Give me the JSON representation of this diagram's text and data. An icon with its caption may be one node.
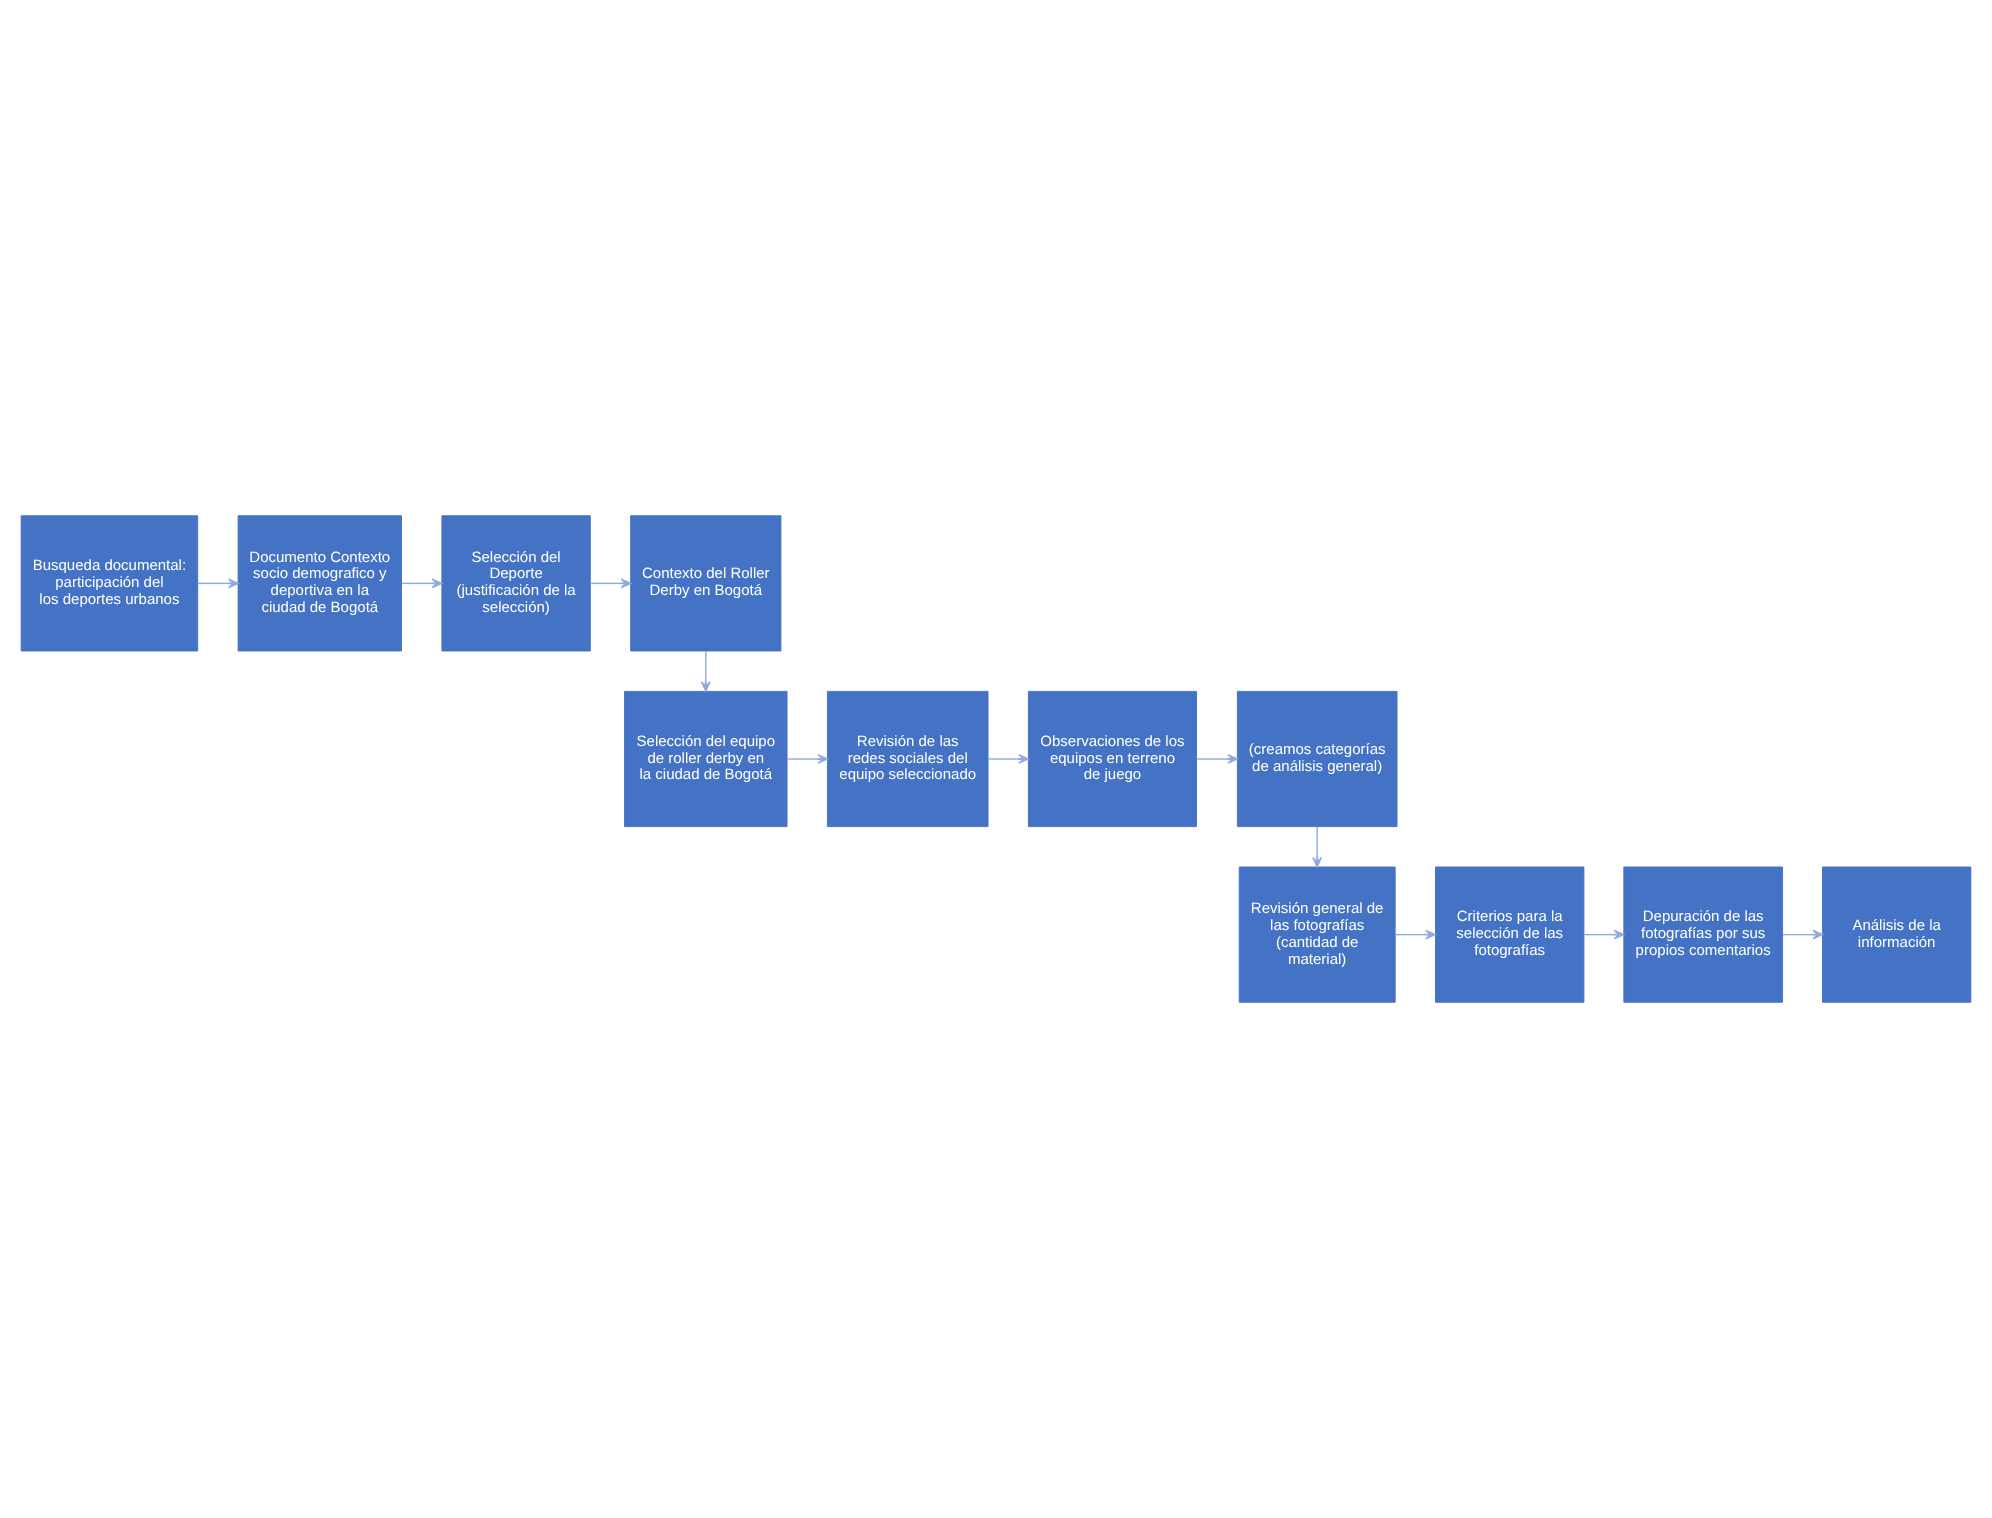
{
  "diagram": {
    "nodes": [
      {
        "text": [
          "Busqueda documental: participación del los deportes urbanos"
        ]
      },
      {
        "text": [
          "Documento Contexto socio demografico y deportiva en la ciudad de Bogotá"
        ]
      },
      {
        "text": [
          "Selección del Deporte (justificación de la selección)"
        ]
      },
      {
        "text": [
          "Contexto del Roller Derby en Bogotá"
        ]
      },
      {
        "text": [
          "Selección del equipo de roller derby en la ciudad de Bogotá"
        ]
      },
      {
        "text": [
          "Revisión de las redes sociales del equipo seleccionado"
        ]
      },
      {
        "text": [
          "Observaciones de los equipos en terreno de juego"
        ]
      },
      {
        "text": [
          "(creamos categorías de análisis general)"
        ]
      },
      {
        "text": [
          "Revisión general de las fotografías (cantidad de material)"
        ]
      },
      {
        "text": [
          "Criterios para la selección de las fotografías"
        ]
      },
      {
        "text": [
          "Depuración de las fotografías por sus propios comentarios"
        ]
      },
      {
        "text": [
          "Análisis de la información"
        ]
      }
    ],
    "edges": [
      {
        "from": 0,
        "to": 1,
        "arrow": "to"
      },
      {
        "from": 1,
        "to": 2,
        "arrow": "to"
      },
      {
        "from": 2,
        "to": 3,
        "arrow": "to"
      },
      {
        "from": 3,
        "to": 4,
        "arrow": "to"
      },
      {
        "from": 4,
        "to": 5,
        "arrow": "to"
      },
      {
        "from": 5,
        "to": 6,
        "arrow": "to"
      },
      {
        "from": 6,
        "to": 7,
        "arrow": "to"
      },
      {
        "from": 7,
        "to": 8,
        "arrow": "to"
      },
      {
        "from": 8,
        "to": 9,
        "arrow": "to"
      },
      {
        "from": 9,
        "to": 10,
        "arrow": "to"
      },
      {
        "from": 10,
        "to": 11,
        "arrow": "to"
      }
    ]
  }
}
